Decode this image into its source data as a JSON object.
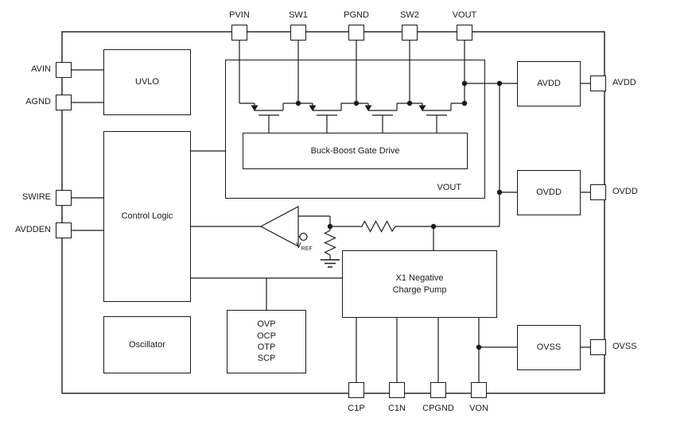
{
  "pins": {
    "top": [
      {
        "label": "PVIN"
      },
      {
        "label": "SW1"
      },
      {
        "label": "PGND"
      },
      {
        "label": "SW2"
      },
      {
        "label": "VOUT"
      }
    ],
    "left": [
      {
        "label": "AVIN"
      },
      {
        "label": "AGND"
      },
      {
        "label": "SWIRE"
      },
      {
        "label": "AVDDEN"
      }
    ],
    "right": [
      {
        "label": "AVDD"
      },
      {
        "label": "OVDD"
      },
      {
        "label": "OVSS"
      }
    ],
    "bottom": [
      {
        "label": "C1P"
      },
      {
        "label": "C1N"
      },
      {
        "label": "CPGND"
      },
      {
        "label": "VON"
      }
    ]
  },
  "blocks": {
    "uvlo": {
      "label": "UVLO"
    },
    "control_logic": {
      "label": "Control Logic"
    },
    "gate_drive": {
      "label": "Buck-Boost Gate Drive"
    },
    "power_stage": {
      "net_label": "VOUT"
    },
    "avdd": {
      "label": "AVDD"
    },
    "ovdd": {
      "label": "OVDD"
    },
    "ovss": {
      "label": "OVSS"
    },
    "charge_pump": {
      "line1": "X1 Negative",
      "line2": "Charge Pump"
    },
    "oscillator": {
      "label": "Oscillator"
    },
    "protection": {
      "lines": [
        "OVP",
        "OCP",
        "OTP",
        "SCP"
      ]
    }
  },
  "symbols": {
    "vref": {
      "base": "V",
      "sub": "REF"
    }
  },
  "colors": {
    "line": "#1a1a1a",
    "background": "#ffffff"
  }
}
